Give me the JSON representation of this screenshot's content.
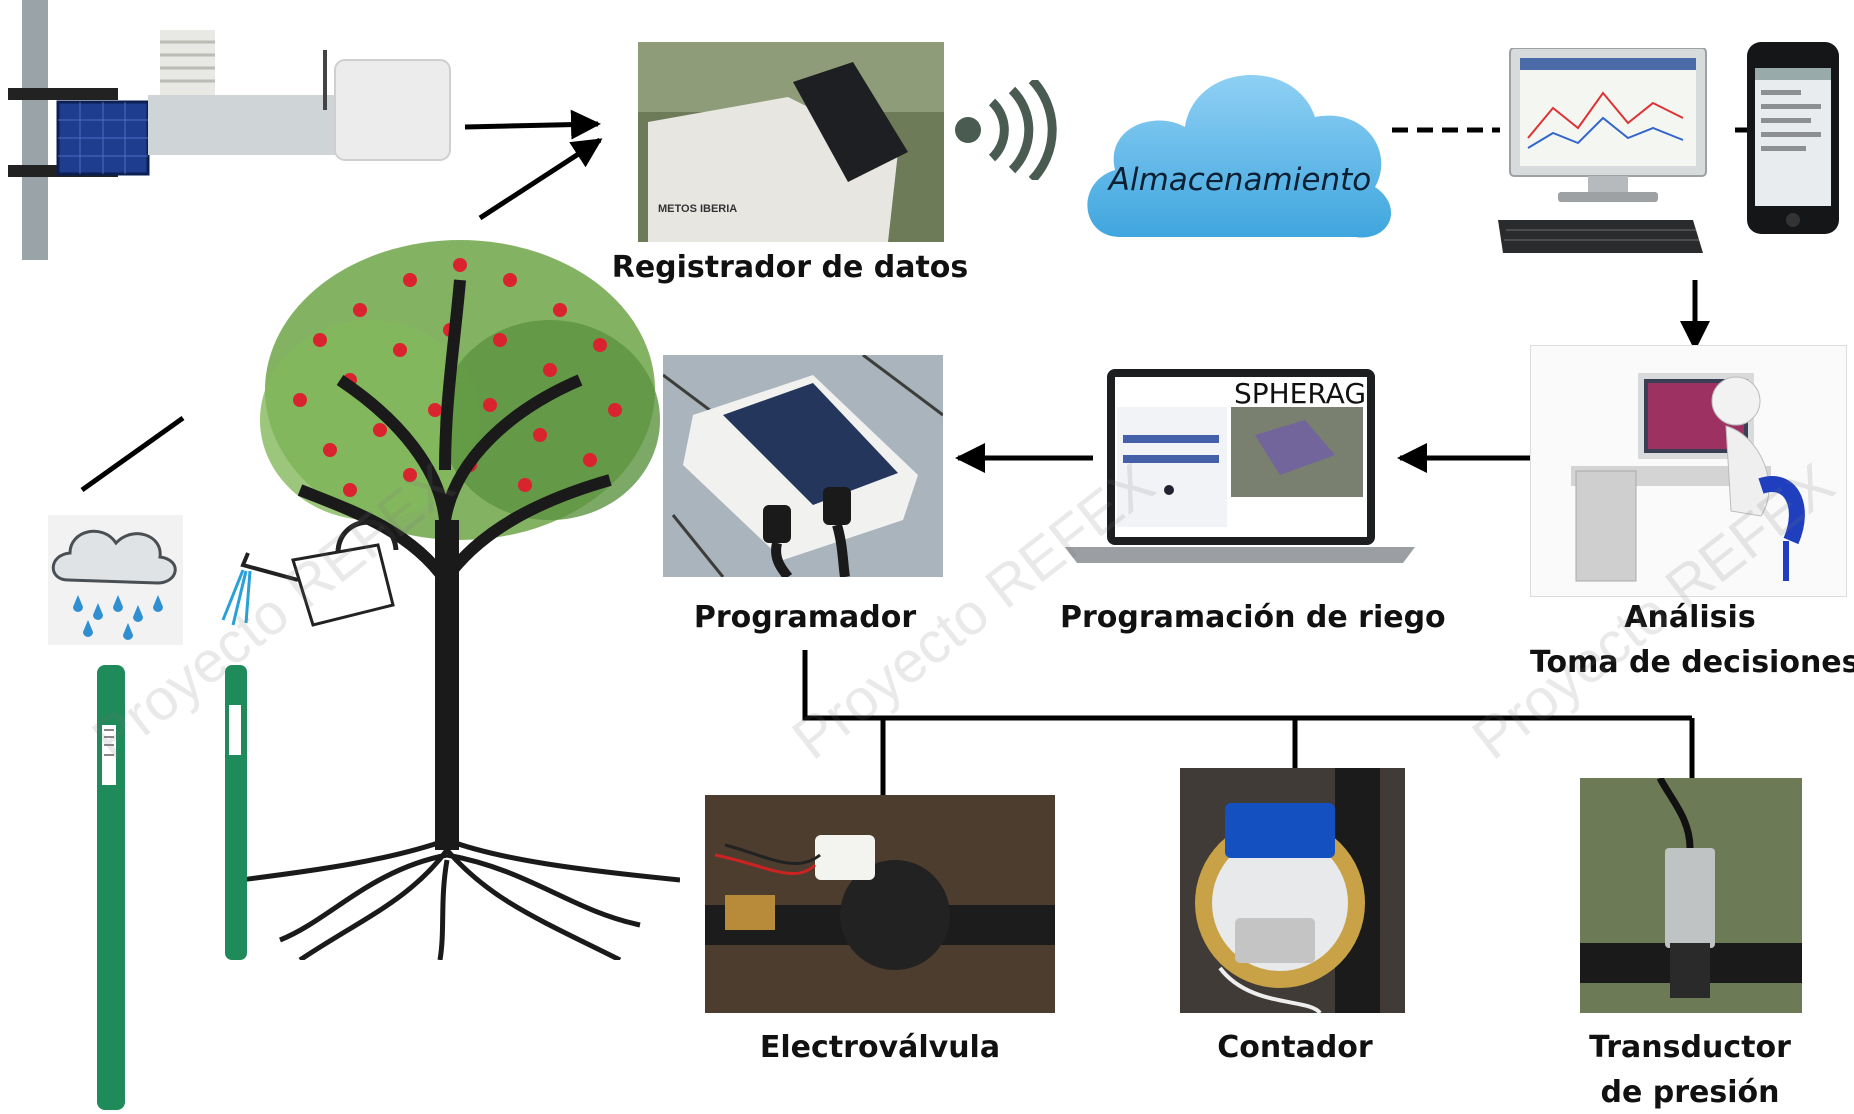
{
  "nodes": {
    "datalogger": "Registrador de datos",
    "storage": "Almacenamiento",
    "programmer": "Programador",
    "irrigation": "Programación de riego",
    "analysis": "Análisis",
    "decision": "Toma de decisiones",
    "valve": "Electroválvula",
    "meter": "Contador",
    "transducer_1": "Transductor",
    "transducer_2": "de presión",
    "laptop_brand": "SPHERAG",
    "logger_brand": "METOS IBERIA"
  },
  "watermark": "Proyecto REFEX",
  "icons": [
    "weather-station-icon",
    "datalogger-icon",
    "wireless-signal-icon",
    "cloud-icon",
    "desktop-computer-icon",
    "smartphone-icon",
    "person-at-computer-icon",
    "laptop-icon",
    "controller-icon",
    "tree-icon",
    "rain-cloud-icon",
    "watering-can-icon",
    "soil-probe-icon",
    "solenoid-valve-icon",
    "water-meter-icon",
    "pressure-transducer-icon"
  ],
  "colors": {
    "cloud": "#5ab8ea",
    "probe": "#1f8a5a",
    "arrow": "#000000",
    "fruit": "#d9232e",
    "leaf": "#5e9a3a"
  }
}
